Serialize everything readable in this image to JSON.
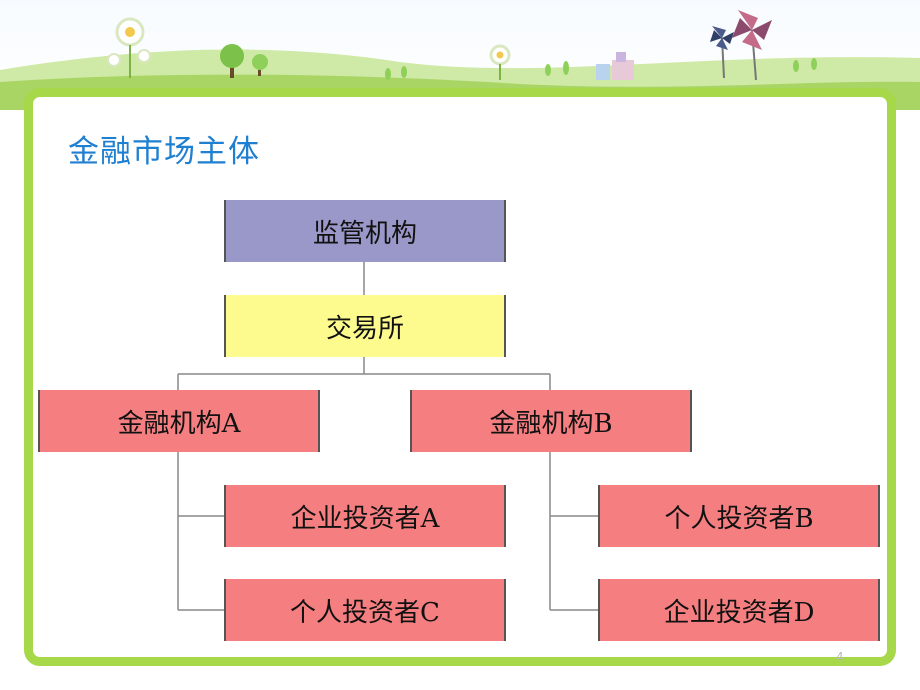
{
  "slide": {
    "title": "金融市场主体",
    "page_number": "4"
  },
  "org_chart": {
    "regulator": "监管机构",
    "exchange": "交易所",
    "institution_a": {
      "label": "金融机构A",
      "investors": [
        "企业投资者A",
        "个人投资者C"
      ]
    },
    "institution_b": {
      "label": "金融机构B",
      "investors": [
        "个人投资者B",
        "企业投资者D"
      ]
    }
  },
  "colors": {
    "regulator_fill": "#9a98c8",
    "exchange_fill": "#fdfb8e",
    "institution_fill": "#f57f80",
    "title_color": "#1f7fd1",
    "frame_border": "#a7d84a"
  }
}
